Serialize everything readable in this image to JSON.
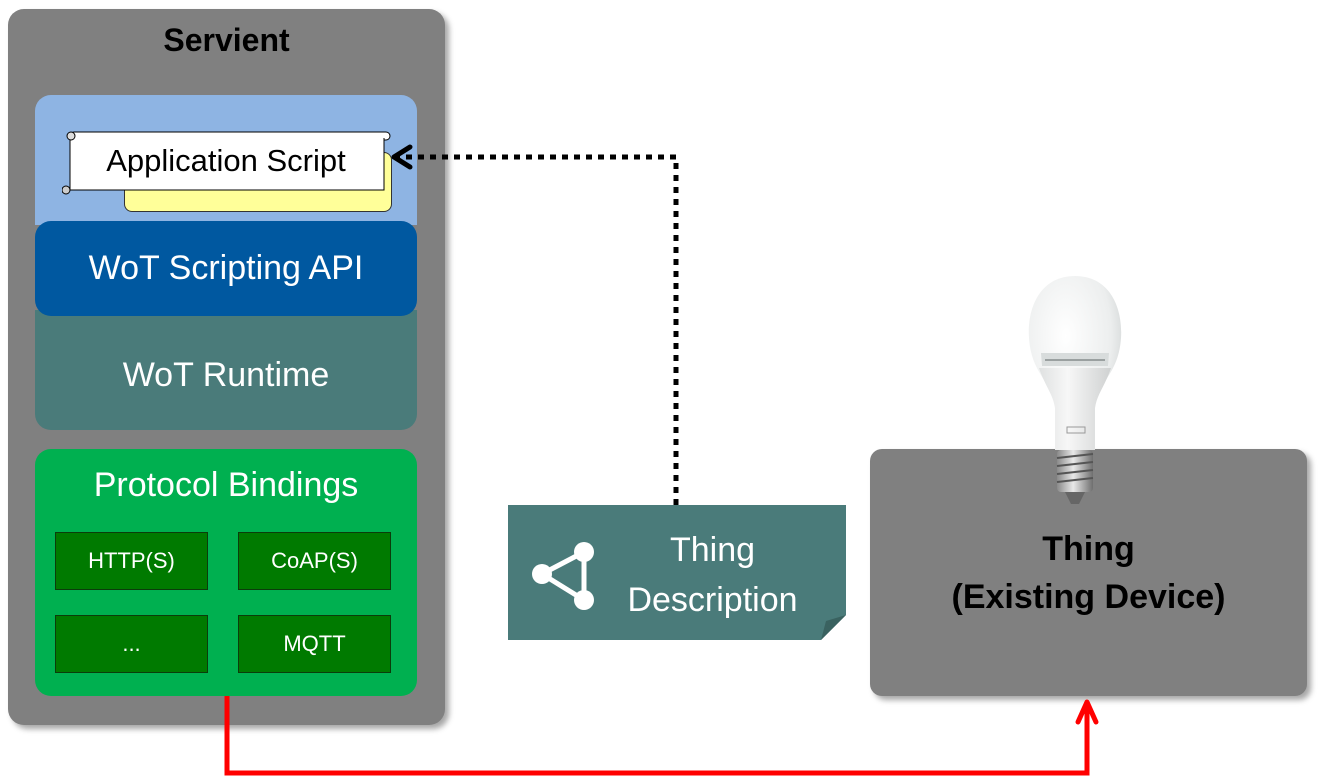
{
  "servient": {
    "title": "Servient",
    "layers": {
      "application_script": "Application Script",
      "scripting_api": "WoT Scripting API",
      "runtime": "WoT Runtime"
    },
    "protocol_bindings": {
      "title": "Protocol Bindings",
      "items": [
        "HTTP(S)",
        "CoAP(S)",
        "...",
        "MQTT"
      ]
    }
  },
  "thing_description": {
    "line1": "Thing",
    "line2": "Description",
    "icon": "share-graph-icon"
  },
  "thing": {
    "line1": "Thing",
    "line2": "(Existing Device)",
    "image": "light-bulb-image"
  },
  "connectors": {
    "td_to_script": {
      "style": "dotted",
      "color": "#000000",
      "direction": "to-application-script"
    },
    "bindings_to_thing": {
      "style": "solid",
      "color": "#ff0000",
      "direction": "to-thing"
    }
  },
  "colors": {
    "servient_bg": "#808080",
    "app_layer": "#8eb4e3",
    "scripting_api": "#0058a0",
    "runtime": "#4a7b7a",
    "bindings": "#00b050",
    "binding_item": "#007a00",
    "thing_description": "#4a7b7a",
    "script_sheet": "#ffff99"
  }
}
